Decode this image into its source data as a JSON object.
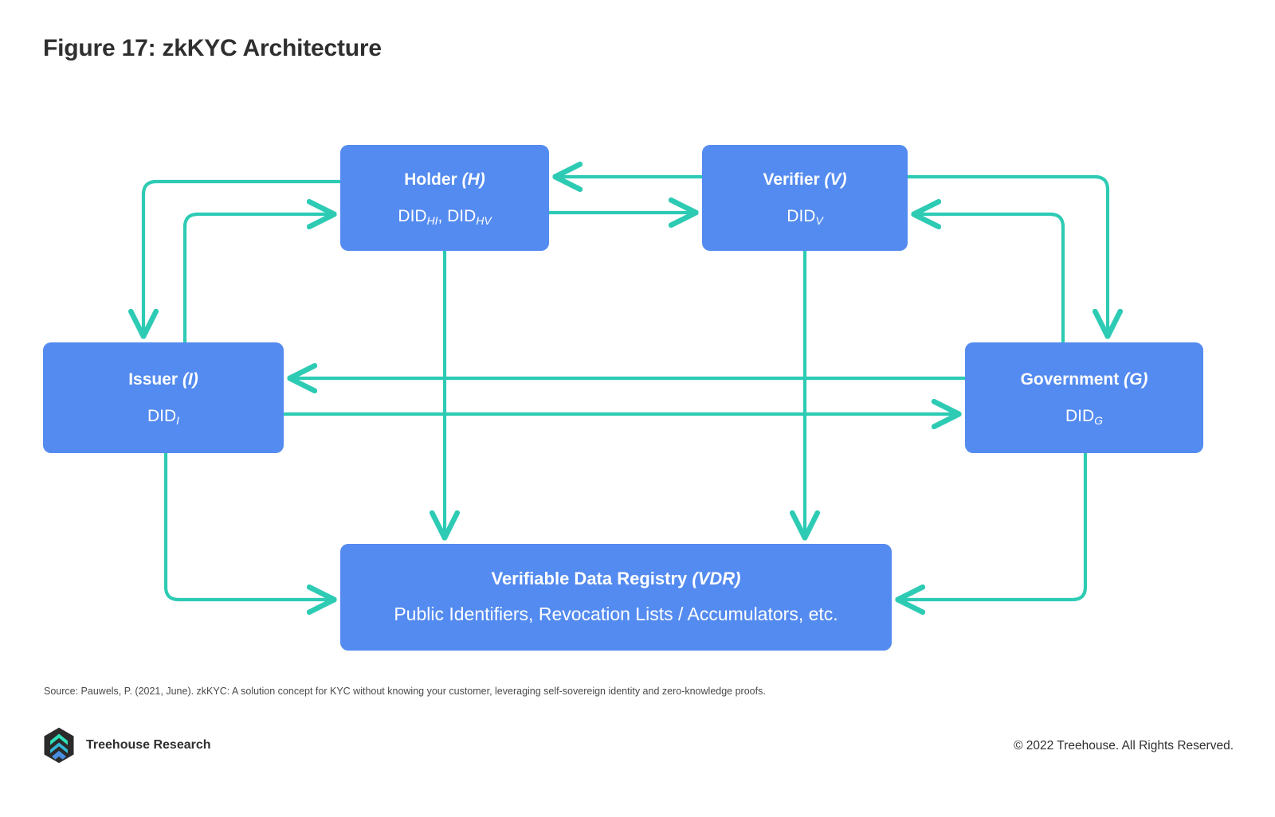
{
  "figure": {
    "title": "Figure 17: zkKYC Architecture"
  },
  "diagram": {
    "type": "flow-architecture",
    "node_fill": "#548bf0",
    "arrow_color": "#2ecbb4",
    "nodes": [
      {
        "id": "holder",
        "name": "Holder",
        "abbrev": "(H)",
        "did_prefix": "DID",
        "did_sub_1": "HI",
        "did_sep": ", DID",
        "did_sub_2": "HV"
      },
      {
        "id": "verifier",
        "name": "Verifier",
        "abbrev": "(V)",
        "did_prefix": "DID",
        "did_sub_1": "V"
      },
      {
        "id": "issuer",
        "name": "Issuer",
        "abbrev": "(I)",
        "did_prefix": "DID",
        "did_sub_1": "I"
      },
      {
        "id": "government",
        "name": "Government",
        "abbrev": "(G)",
        "did_prefix": "DID",
        "did_sub_1": "G"
      },
      {
        "id": "vdr",
        "name": "Verifiable Data Registry",
        "abbrev": "(VDR)",
        "subtitle": "Public Identifiers, Revocation Lists / Accumulators, etc."
      }
    ],
    "edges": [
      {
        "from": "holder",
        "to": "issuer",
        "style": "orthogonal-left-outer"
      },
      {
        "from": "issuer",
        "to": "holder",
        "style": "orthogonal-left-inner"
      },
      {
        "from": "holder",
        "to": "verifier",
        "style": "horizontal"
      },
      {
        "from": "verifier",
        "to": "holder",
        "style": "horizontal"
      },
      {
        "from": "verifier",
        "to": "government",
        "style": "orthogonal-right-outer"
      },
      {
        "from": "government",
        "to": "verifier",
        "style": "orthogonal-right-inner"
      },
      {
        "from": "government",
        "to": "issuer",
        "style": "horizontal"
      },
      {
        "from": "issuer",
        "to": "government",
        "style": "horizontal"
      },
      {
        "from": "holder",
        "to": "vdr",
        "style": "vertical"
      },
      {
        "from": "verifier",
        "to": "vdr",
        "style": "vertical"
      },
      {
        "from": "issuer",
        "to": "vdr",
        "style": "orthogonal-bottom-left"
      },
      {
        "from": "government",
        "to": "vdr",
        "style": "orthogonal-bottom-right"
      }
    ]
  },
  "source": {
    "text": "Source: Pauwels, P. (2021, June). zkKYC: A solution concept for KYC without knowing your customer, leveraging self-sovereign identity and zero-knowledge proofs."
  },
  "footer": {
    "brand": "Treehouse Research",
    "copyright": "© 2022 Treehouse. All Rights Reserved.",
    "logo_colors": {
      "hexagon": "#2b2b2b",
      "chevron_top": "#2ee0b8",
      "chevron_middle": "#35b8d8",
      "chevron_bottom": "#4a90e2"
    }
  }
}
